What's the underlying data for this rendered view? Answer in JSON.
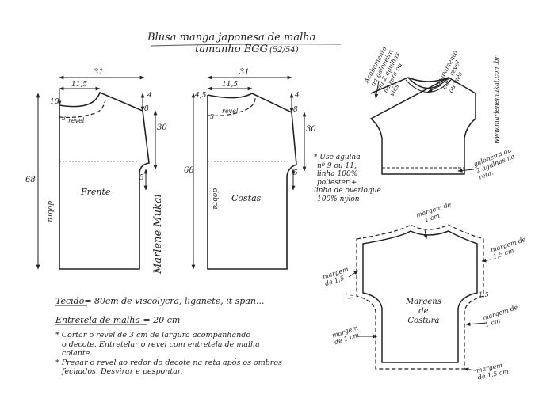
{
  "title": {
    "line1": "Blusa manga japonesa de malha",
    "line2": "tamanho EGG",
    "size": "(52/54)"
  },
  "front_piece": {
    "name": "Frente",
    "fold": "dobra",
    "width": "31",
    "neck_width": "11,5",
    "neck_drop": "10",
    "shoulder_drop": "4",
    "sleeve_cuff": "8",
    "revel_width": "3",
    "revel_label": "revel",
    "side_length": "30",
    "hem_curve": "5",
    "length": "68"
  },
  "back_piece": {
    "name": "Costas",
    "fold": "dobra",
    "width": "31",
    "neck_width": "11,5",
    "neck_drop": "4,5",
    "shoulder_drop": "4",
    "sleeve_cuff": "8",
    "revel_width": "3",
    "revel_label": "revel",
    "side_length": "30",
    "hem_curve": "5",
    "length": "68"
  },
  "signature": "Marlene Mukai",
  "needle_note": [
    "* Use agulha",
    "nº 9 ou 11,",
    "linha 100%",
    "poliester +",
    "linha de overloque",
    "100% nylon"
  ],
  "garment_notes": {
    "top_left": [
      "Acabamento",
      "na galoneira",
      "ou 2 agulhas",
      "na reta ou",
      "viés"
    ],
    "top_right": [
      "acabamento",
      "com revel",
      "ou viés"
    ],
    "hem": [
      "galoneira ou",
      "2 agulhas na",
      "reta."
    ],
    "website": "www.marlenemukai.com.br"
  },
  "seam_allowances": {
    "shoulder": [
      "margem de",
      "1 cm"
    ],
    "right_sleeve": [
      "margem de",
      "1,5 cm"
    ],
    "left_sleeve": [
      "margem",
      "de 1,5"
    ],
    "left_side_top": "1,5",
    "right_side_top": "1,5",
    "center_label": [
      "Margens",
      "de",
      "Costura"
    ],
    "left_side": [
      "margem",
      "de 1 cm"
    ],
    "right_side": [
      "margem de",
      "1 cm"
    ],
    "hem": [
      "margem",
      "de 1,5 cm"
    ]
  },
  "instructions": {
    "fabric_label": "Tecido",
    "fabric_value": "= 80cm de viscolycra, liganete, it span...",
    "interfacing_label": "Entretela de malha",
    "interfacing_value": "= 20 cm",
    "notes": [
      "* Cortar o revel de 3 cm de largura acompanhando",
      "o decote. Entretelar o revel com entretela de malha",
      "colante.",
      "* Pregar o revel ao redor do decote na reta após os ombros",
      "fechados. Desvirar e pespontar."
    ]
  }
}
